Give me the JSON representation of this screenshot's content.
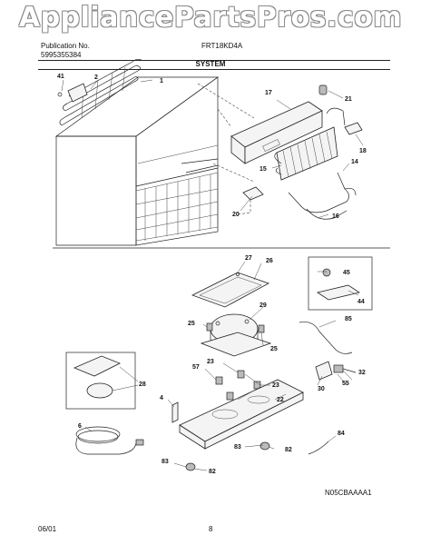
{
  "watermark": "AppliancePartsPros.com",
  "header": {
    "publication_label": "Publication No.",
    "publication_number": "5995355384",
    "model": "FRT18KD4A",
    "section_title": "SYSTEM"
  },
  "diagram_ref": "N05CBAAAA1",
  "footer": {
    "date": "06/01",
    "page": "8"
  },
  "callouts": [
    {
      "id": "c1",
      "label": "1"
    },
    {
      "id": "c2",
      "label": "2"
    },
    {
      "id": "c41",
      "label": "41"
    },
    {
      "id": "c17",
      "label": "17"
    },
    {
      "id": "c21",
      "label": "21"
    },
    {
      "id": "c18",
      "label": "18"
    },
    {
      "id": "c15",
      "label": "15"
    },
    {
      "id": "c14",
      "label": "14"
    },
    {
      "id": "c16",
      "label": "16"
    },
    {
      "id": "c20",
      "label": "20"
    },
    {
      "id": "c27",
      "label": "27"
    },
    {
      "id": "c26",
      "label": "26"
    },
    {
      "id": "c45",
      "label": "45"
    },
    {
      "id": "c44",
      "label": "44"
    },
    {
      "id": "c29",
      "label": "29"
    },
    {
      "id": "c25a",
      "label": "25"
    },
    {
      "id": "c25b",
      "label": "25"
    },
    {
      "id": "c85",
      "label": "85"
    },
    {
      "id": "c28",
      "label": "28"
    },
    {
      "id": "c57",
      "label": "57"
    },
    {
      "id": "c23a",
      "label": "23"
    },
    {
      "id": "c23b",
      "label": "23"
    },
    {
      "id": "c32",
      "label": "32"
    },
    {
      "id": "c55",
      "label": "55"
    },
    {
      "id": "c30",
      "label": "30"
    },
    {
      "id": "c4",
      "label": "4"
    },
    {
      "id": "c22",
      "label": "22"
    },
    {
      "id": "c6",
      "label": "6"
    },
    {
      "id": "c84",
      "label": "84"
    },
    {
      "id": "c83a",
      "label": "83"
    },
    {
      "id": "c82a",
      "label": "82"
    },
    {
      "id": "c83b",
      "label": "83"
    },
    {
      "id": "c82b",
      "label": "82"
    }
  ]
}
